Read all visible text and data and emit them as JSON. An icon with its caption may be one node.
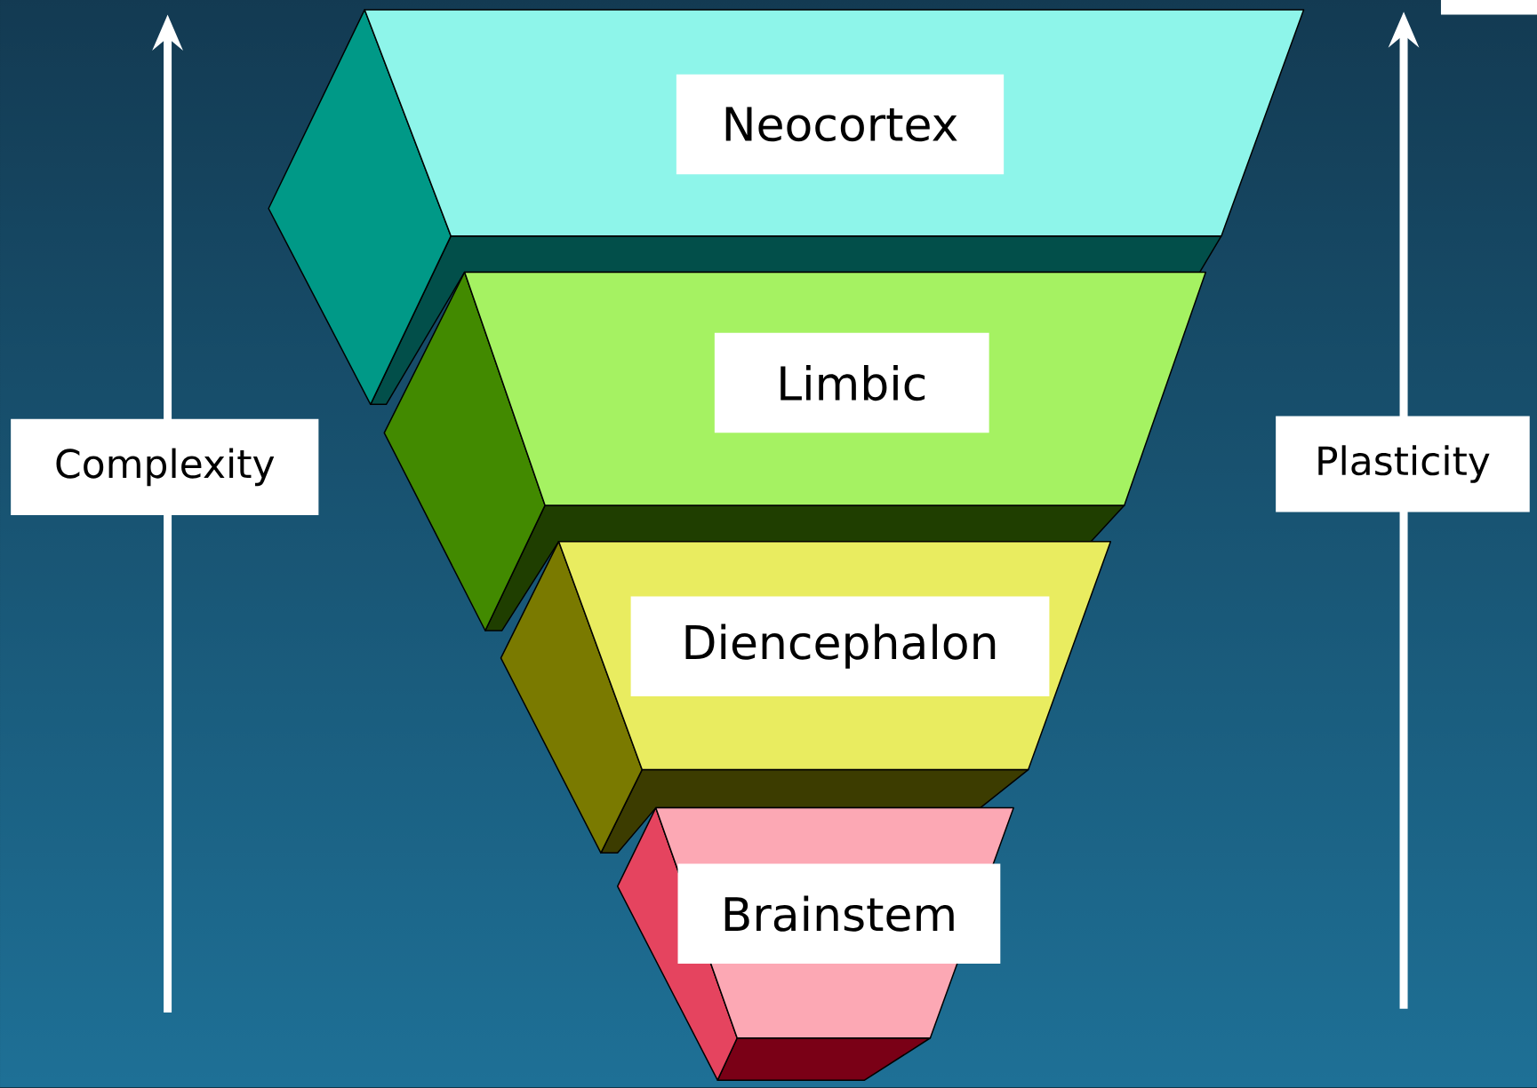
{
  "diagram": {
    "nodes": [
      {
        "text": [
          "Neocortex"
        ]
      },
      {
        "text": [
          "Limbic"
        ]
      },
      {
        "text": [
          "Diencephalon"
        ]
      },
      {
        "text": [
          "Brainstem"
        ]
      }
    ],
    "labels": [
      "Complexity",
      "Plasticity"
    ]
  }
}
